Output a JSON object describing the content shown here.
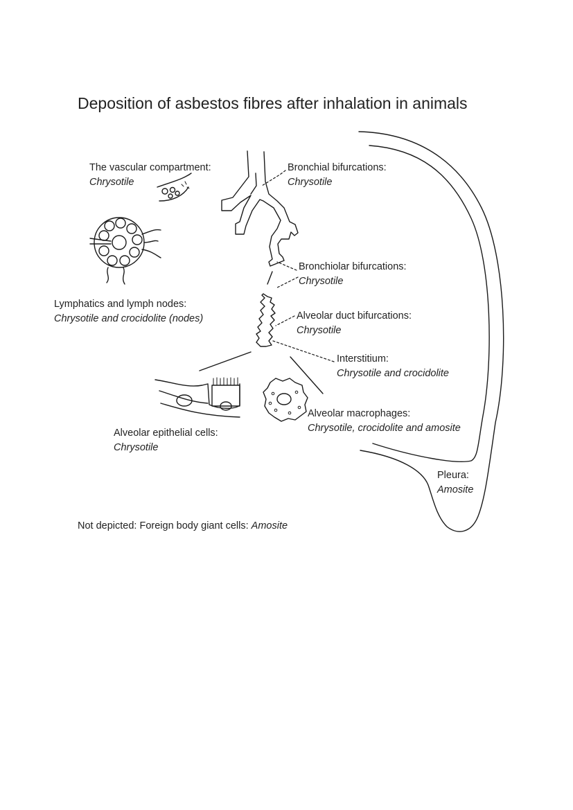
{
  "title": "Deposition of asbestos fibres after inhalation in animals",
  "labels": {
    "vascular": {
      "name": "The vascular compartment:",
      "fibres": "Chrysotile"
    },
    "bronchial": {
      "name": "Bronchial bifurcations:",
      "fibres": "Chrysotile"
    },
    "bronchiolar": {
      "name": "Bronchiolar bifurcations:",
      "fibres": "Chrysotile"
    },
    "lymphatics": {
      "name": "Lymphatics and lymph nodes:",
      "fibres": "Chrysotile and crocidolite (nodes)"
    },
    "alveolar_duct": {
      "name": "Alveolar duct bifurcations:",
      "fibres": "Chrysotile"
    },
    "interstitium": {
      "name": "Interstitium:",
      "fibres": "Chrysotile and crocidolite"
    },
    "macrophages": {
      "name": "Alveolar macrophages:",
      "fibres": "Chrysotile, crocidolite and amosite"
    },
    "epithelial": {
      "name": "Alveolar epithelial cells:",
      "fibres": "Chrysotile"
    },
    "pleura": {
      "name": "Pleura:",
      "fibres": "Amosite"
    }
  },
  "footnote": {
    "text": "Not depicted: Foreign body giant cells: ",
    "fibres": "Amosite"
  }
}
